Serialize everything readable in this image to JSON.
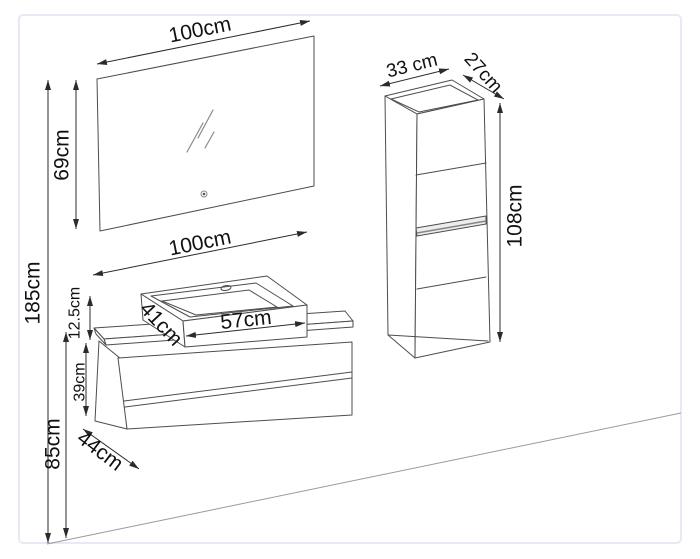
{
  "diagram_title": "Bathroom furniture set dimension drawing",
  "colors": {
    "outline": "#4d4d4d",
    "dimension_line": "#2b2b2b",
    "label_text": "#111111",
    "floor_line": "#9a9a9a",
    "frame_border": "#e9e9f3",
    "background": "#ffffff"
  },
  "mirror": {
    "width_label": "100cm",
    "height_label": "69cm"
  },
  "vanity": {
    "counter_width_label": "100cm",
    "basin_width_label": "57cm",
    "basin_depth_label": "41cm",
    "basin_height_label": "12.5cm",
    "cabinet_height_label": "39cm",
    "cabinet_depth_label": "44cm",
    "height_from_floor_label": "85cm"
  },
  "tall_cabinet": {
    "width_label": "33 cm",
    "depth_label": "27cm",
    "height_label": "108cm"
  },
  "overall": {
    "total_height_label": "185cm"
  }
}
